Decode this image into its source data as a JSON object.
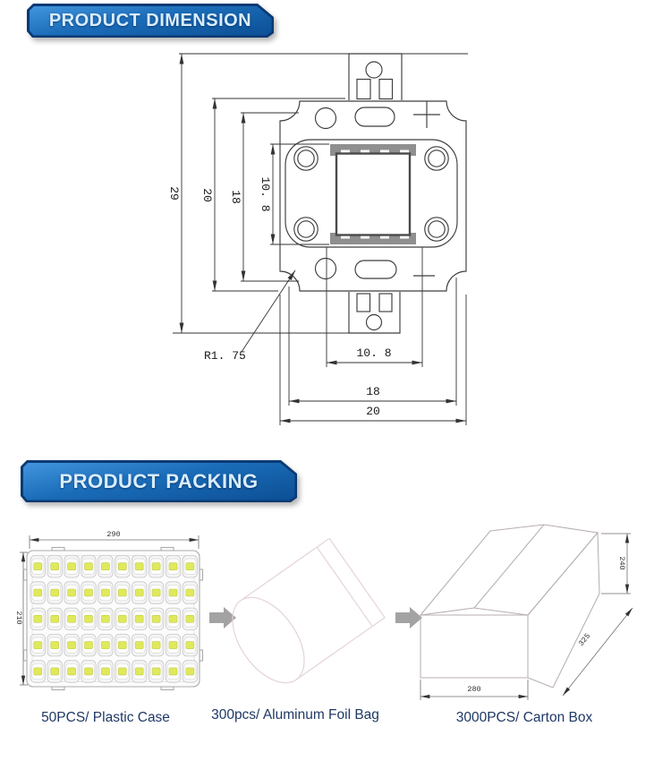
{
  "header_dimension": {
    "title": "PRODUCT DIMENSION"
  },
  "header_packing": {
    "title": "PRODUCT PACKING"
  },
  "drawing": {
    "vertical_dims": {
      "total": "29",
      "body": "20",
      "inner": "18",
      "emitter": "10. 8"
    },
    "horizontal_dims": {
      "emitter": "10. 8",
      "inner": "18",
      "body": "20"
    },
    "radius_callout": "R1. 75"
  },
  "packing": {
    "case": {
      "label": "50PCS/ Plastic Case",
      "dim_width": "290",
      "dim_height": "210",
      "rows": 5,
      "cols": 10,
      "chip_color": "#e0e95c"
    },
    "bag": {
      "label": "300pcs/ Aluminum Foil Bag"
    },
    "carton": {
      "label": "3000PCS/ Carton Box",
      "dim_width": "280",
      "dim_depth": "325",
      "dim_height": "240"
    }
  },
  "colors": {
    "banner_border": "#0a3a74",
    "banner_top": "#4194dd",
    "banner_bottom": "#0c4e94",
    "banner_text": "#d9edff",
    "label_text": "#1f3864",
    "drawing_line": "#3d3d3d",
    "electrode_gray": "#8f8f8f",
    "arrow_gray": "#a3a3a3"
  }
}
